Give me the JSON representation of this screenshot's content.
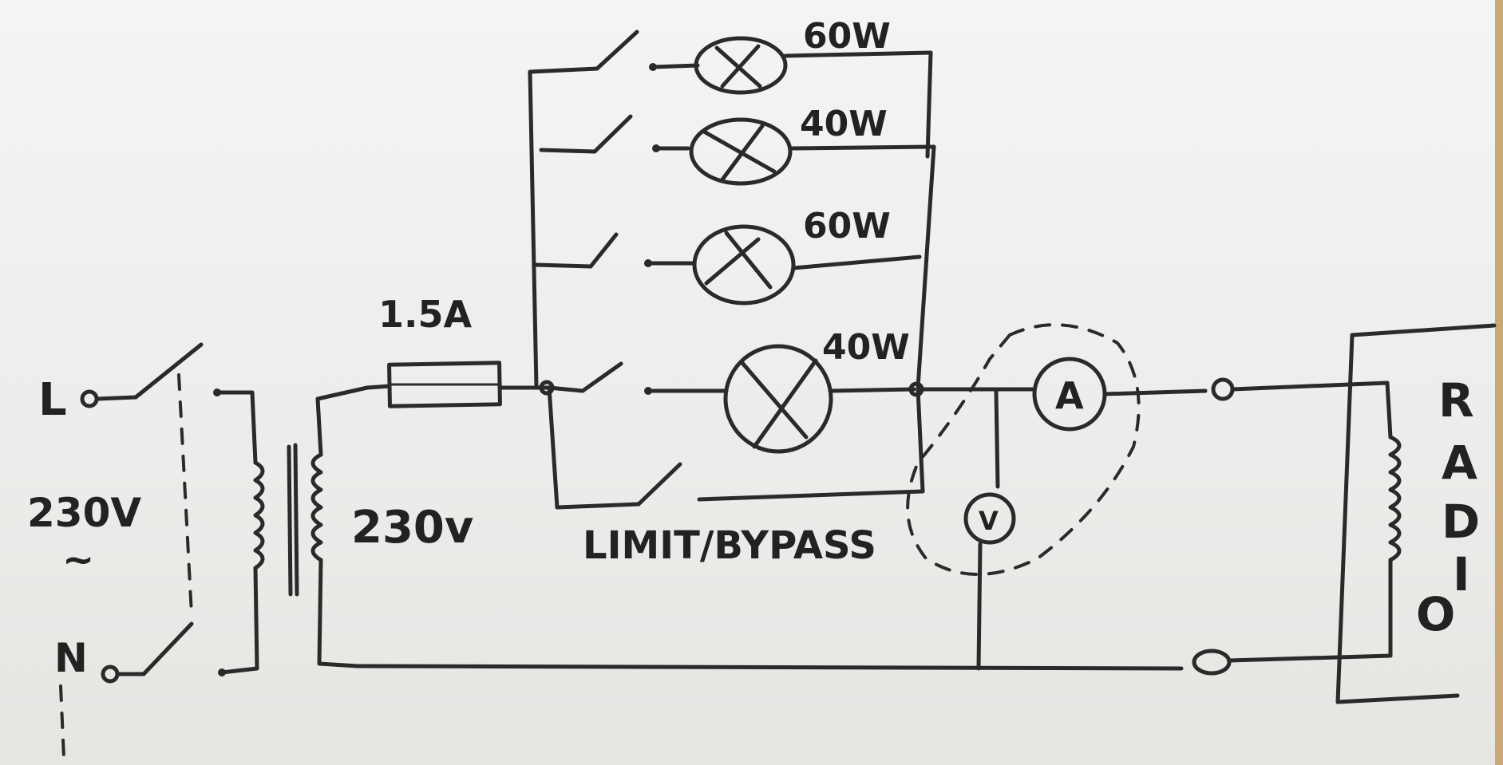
{
  "labels": {
    "live": "L",
    "neutral": "N",
    "supply_voltage": "230V",
    "supply_ac": "~",
    "secondary_voltage": "230v",
    "fuse_rating": "1.5A",
    "lamp_top": "60W",
    "lamp_2": "40W",
    "lamp_3": "60W",
    "lamp_4": "40W",
    "switch_label": "LIMIT/BYPASS",
    "ammeter": "A",
    "voltmeter": "V",
    "radio": [
      "R",
      "A",
      "D",
      "I",
      "O"
    ]
  },
  "colors": {
    "ink": "#2a2a2a",
    "board": "#efeeec",
    "frame": "#c9a877"
  }
}
